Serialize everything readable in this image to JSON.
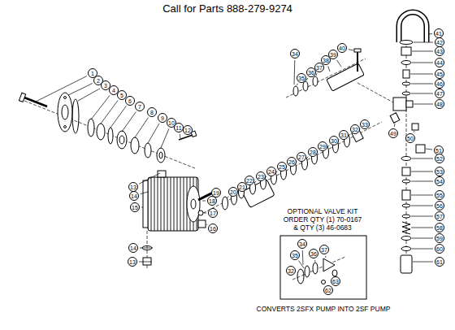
{
  "diagram": {
    "title": "Call for Parts 888-279-9274",
    "labels": [
      "1",
      "2",
      "3",
      "4",
      "5",
      "6",
      "7",
      "8",
      "9",
      "10",
      "11",
      "12",
      "13",
      "14",
      "15",
      "16",
      "17",
      "18",
      "19",
      "20",
      "21",
      "22",
      "23",
      "24",
      "25",
      "26",
      "27",
      "28",
      "29",
      "30",
      "31",
      "32",
      "33",
      "34",
      "35",
      "36",
      "37",
      "38",
      "39",
      "40",
      "41",
      "42",
      "43",
      "44",
      "45",
      "46",
      "47",
      "48",
      "49",
      "50",
      "51",
      "52",
      "53",
      "54",
      "55",
      "56",
      "57",
      "58",
      "59",
      "60",
      "61",
      "13",
      "14",
      "34",
      "35",
      "36",
      "37",
      "32",
      "62",
      "63",
      "OPTIONAL VALVE KIT",
      "ORDER QTY (1) 70-0167",
      "& QTY (3) 46-0683",
      "CONVERTS 2SFX PUMP INTO 2SF PUMP"
    ]
  }
}
